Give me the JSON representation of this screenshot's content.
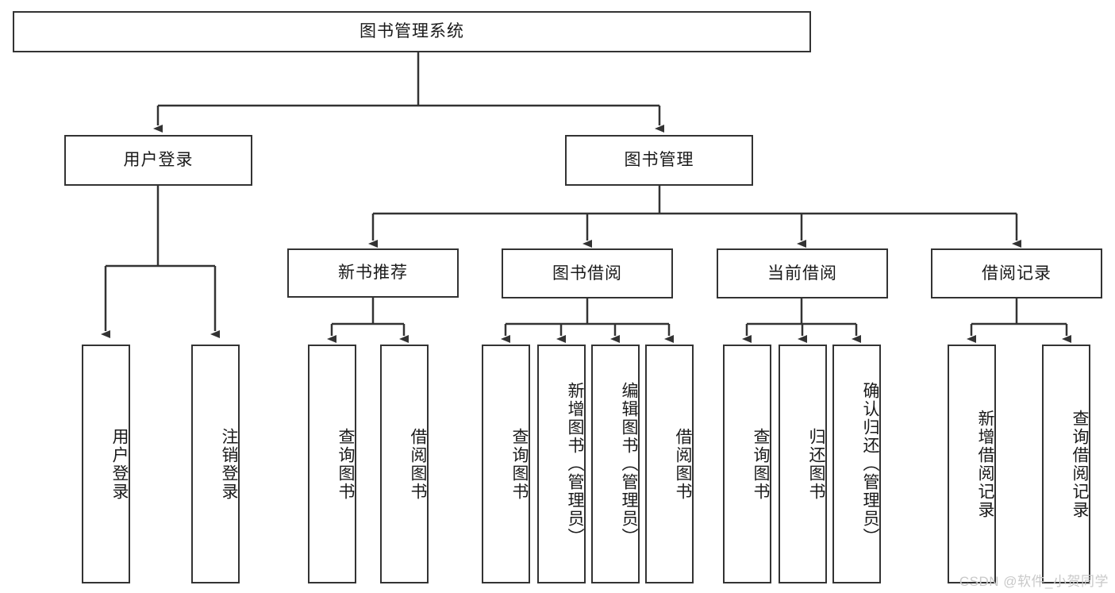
{
  "diagram": {
    "type": "tree",
    "title": "图书管理系统",
    "watermark": "CSDN @软件_小贺同学",
    "nodes": {
      "root": {
        "label": "图书管理系统"
      },
      "level1": [
        {
          "id": "user-login",
          "label": "用户登录"
        },
        {
          "id": "book-manage",
          "label": "图书管理"
        }
      ],
      "level2": [
        {
          "id": "new-book-recommend",
          "label": "新书推荐"
        },
        {
          "id": "book-borrow",
          "label": "图书借阅"
        },
        {
          "id": "current-borrow",
          "label": "当前借阅"
        },
        {
          "id": "borrow-record",
          "label": "借阅记录"
        }
      ],
      "leaves": {
        "user-login": [
          {
            "id": "leaf-user-login",
            "label": "用户登录"
          },
          {
            "id": "leaf-logout",
            "label": "注销登录"
          }
        ],
        "new-book-recommend": [
          {
            "id": "leaf-query-book-1",
            "label": "查询图书"
          },
          {
            "id": "leaf-borrow-book-1",
            "label": "借阅图书"
          }
        ],
        "book-borrow": [
          {
            "id": "leaf-query-book-2",
            "label": "查询图书"
          },
          {
            "id": "leaf-add-book",
            "label": "新增图书（管理员）"
          },
          {
            "id": "leaf-edit-book",
            "label": "编辑图书（管理员）"
          },
          {
            "id": "leaf-borrow-book-2",
            "label": "借阅图书"
          }
        ],
        "current-borrow": [
          {
            "id": "leaf-query-book-3",
            "label": "查询图书"
          },
          {
            "id": "leaf-return-book",
            "label": "归还图书"
          },
          {
            "id": "leaf-confirm-return",
            "label": "确认归还（管理员）"
          }
        ],
        "borrow-record": [
          {
            "id": "leaf-add-record",
            "label": "新增借阅记录"
          },
          {
            "id": "leaf-query-record",
            "label": "查询借阅记录"
          }
        ]
      }
    },
    "colors": {
      "stroke": "#333333",
      "fill": "#ffffff",
      "text": "#1a1a1a",
      "watermark": "#c9c9c9"
    }
  }
}
